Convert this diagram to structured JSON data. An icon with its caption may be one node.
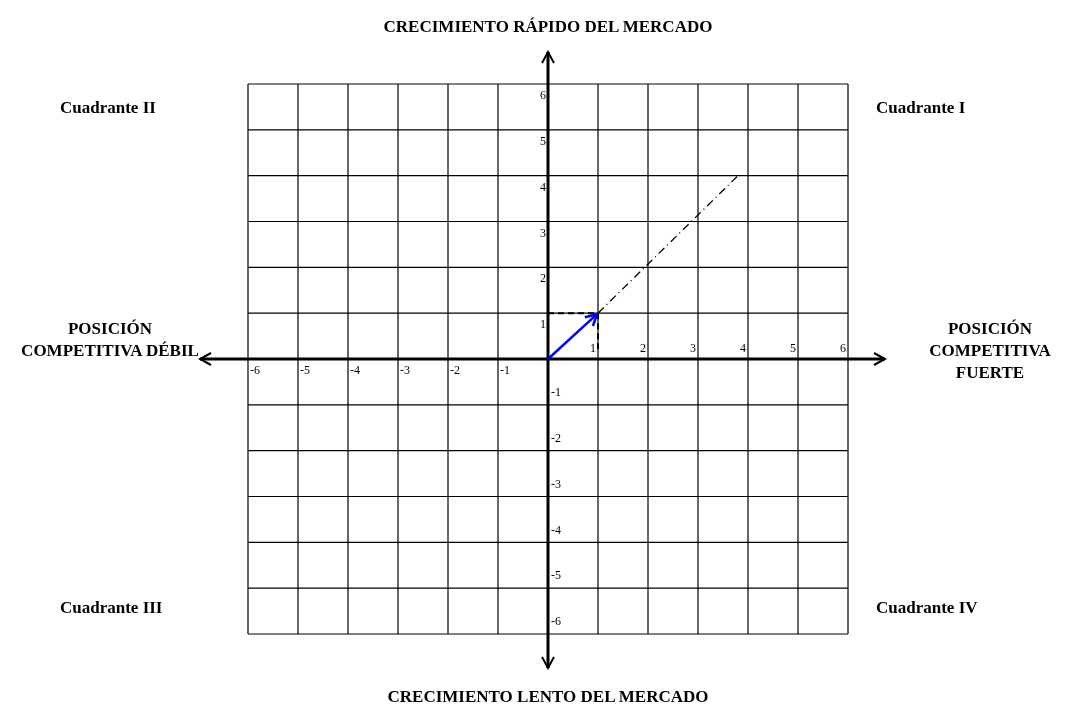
{
  "diagram": {
    "labels": [
      "CRECIMIENTO RÁPIDO DEL MERCADO",
      "Cuadrante II",
      "Cuadrante I",
      "POSICIÓN COMPETITIVA DÉBIL",
      "POSICIÓN COMPETITIVA FUERTE",
      "6",
      "5",
      "4",
      "3",
      "2",
      "1",
      "1",
      "2",
      "3",
      "4",
      "5",
      "6",
      "-6",
      "-5",
      "-4",
      "-3",
      "-2",
      "-1",
      "-1",
      "-2",
      "-3",
      "-4",
      "-5",
      "-6",
      "Cuadrante III",
      "Cuadrante IV",
      "CRECIMIENTO LENTO DEL MERCADO"
    ]
  }
}
